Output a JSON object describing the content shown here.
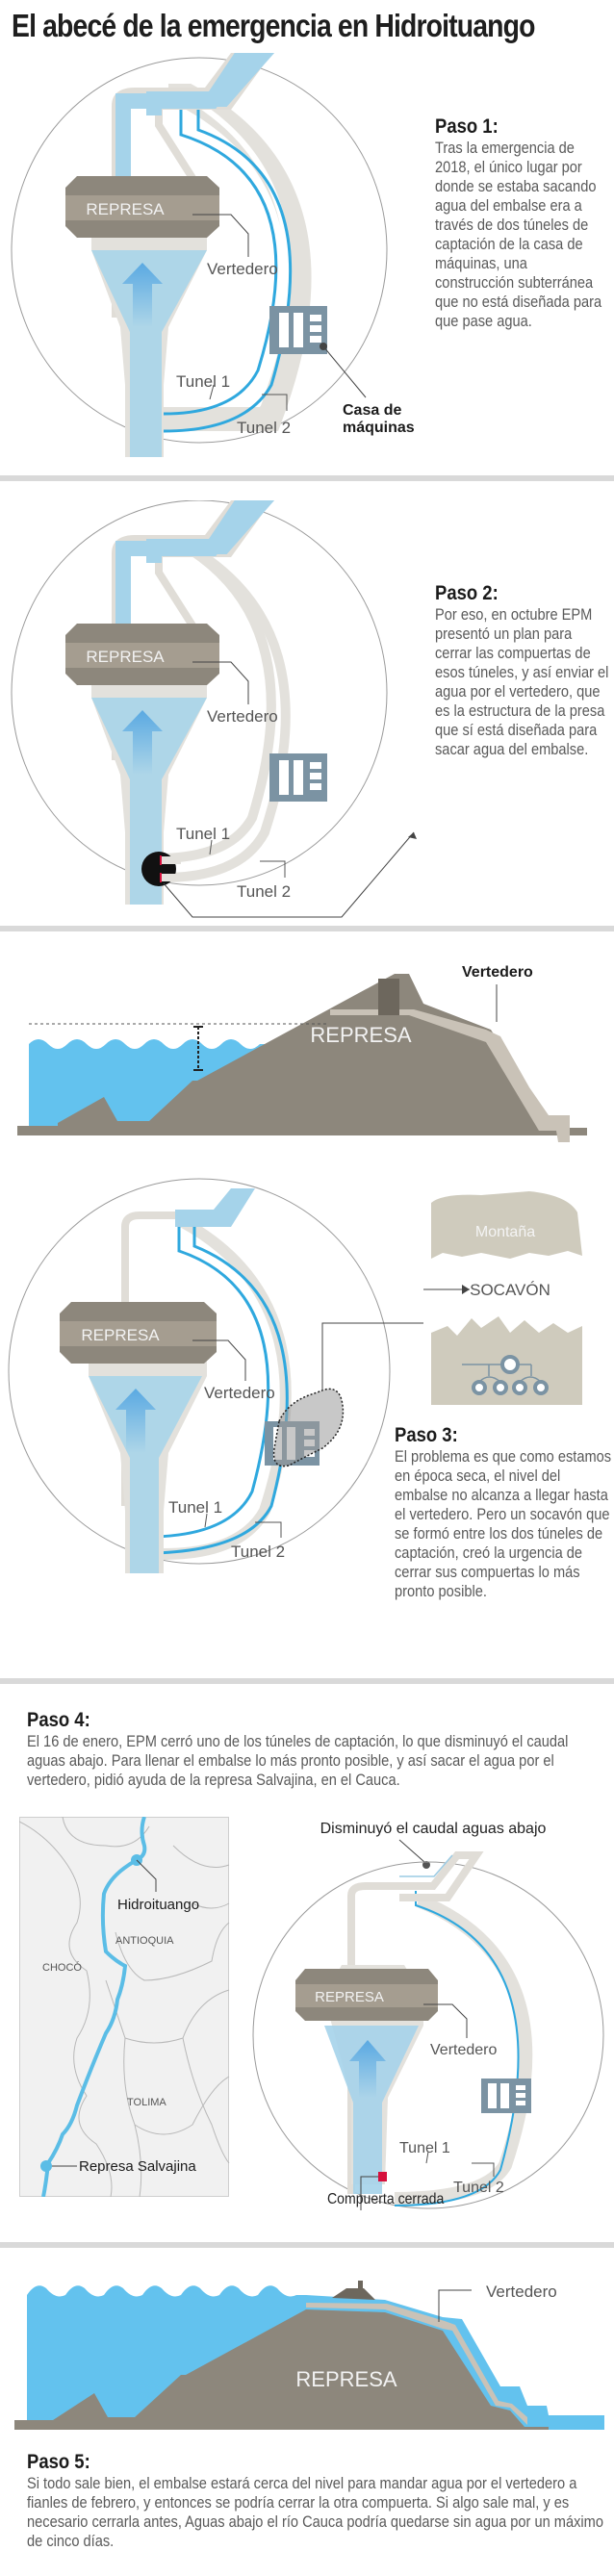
{
  "title": "El abecé de la emergencia en Hidroituango",
  "colors": {
    "water": "#a5d3ea",
    "water_bright": "#63c2ee",
    "tunnel_line": "#2fa8de",
    "dam": "#8d877c",
    "dam_light": "#c9c2b7",
    "powerhouse": "#7b93a3",
    "mountain": "#cfcbbd",
    "gate_red": "#d6103c",
    "separator": "#d9d9d9"
  },
  "diagram_labels": {
    "represa": "REPRESA",
    "vertedero": "Vertedero",
    "tunel1": "Tunel 1",
    "tunel2": "Tunel 2",
    "casa_maquinas_line1": "Casa de",
    "casa_maquinas_line2": "máquinas"
  },
  "step1": {
    "heading": "Paso 1:",
    "text": "Tras la emergencia de 2018, el único lugar por donde se estaba sacando agua del embalse era a través de dos túneles de captación de la casa de máquinas, una construcción subterránea que no está diseñada para que pase agua."
  },
  "step2": {
    "heading": "Paso 2:",
    "text": "Por eso, en octubre EPM presentó un plan para cerrar las compuertas de esos túneles, y así enviar el agua por el vertedero, que es la estructura de la presa que sí está diseñada para sacar agua del embalse."
  },
  "profile1": {
    "vertedero": "Vertedero",
    "represa": "REPRESA"
  },
  "step3": {
    "heading": "Paso 3:",
    "text": "El problema es que como estamos en época seca, el nivel del embalse no alcanza a llegar hasta el vertedero. Pero un socavón que se formó entre los dos túneles de captación, creó la urgencia de cerrar sus compuertas lo más pronto posible.",
    "montana": "Montaña",
    "socavon": "SOCAVÓN"
  },
  "step4": {
    "heading": "Paso 4:",
    "text": "El 16 de enero, EPM cerró uno de los túneles de captación, lo que disminuyó el caudal aguas abajo. Para llenar el embalse lo más pronto posible, y así sacar el agua por el vertedero, pidió ayuda de la represa Salvajina, en el Cauca.",
    "map": {
      "hidroituango": "Hidroituango",
      "antioquia": "ANTIOQUIA",
      "choco": "CHOCÓ",
      "tolima": "TOLIMA",
      "salvajina": "Represa Salvajina"
    },
    "disminuyo": "Disminuyó el caudal aguas abajo",
    "compuerta": "Compuerta cerrada"
  },
  "profile2": {
    "vertedero": "Vertedero",
    "represa": "REPRESA"
  },
  "step5": {
    "heading": "Paso 5:",
    "text": "Si todo sale bien, el embalse estará cerca del nivel para mandar agua por el vertedero a fianles de febrero, y entonces se podría cerrar la otra compuerta. Si algo sale mal, y es necesario cerrarla antes, Aguas abajo el río Cauca podría quedarse sin agua por un máximo de cinco días."
  }
}
